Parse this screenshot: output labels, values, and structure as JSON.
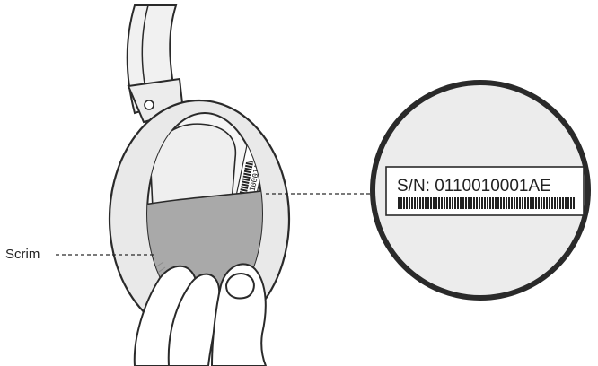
{
  "callouts": {
    "scrim_label": "Scrim"
  },
  "serial": {
    "text": "S/N: 0110010001AE",
    "side_label_text": "0110010001AE"
  },
  "colors": {
    "line": "#2a2a2a",
    "cushion": "#e9e9e9",
    "body": "#f5f5f5",
    "scrim": "#a9a9a9",
    "scrim_mesh": "#8c8c8c",
    "skin": "#ffffff"
  }
}
